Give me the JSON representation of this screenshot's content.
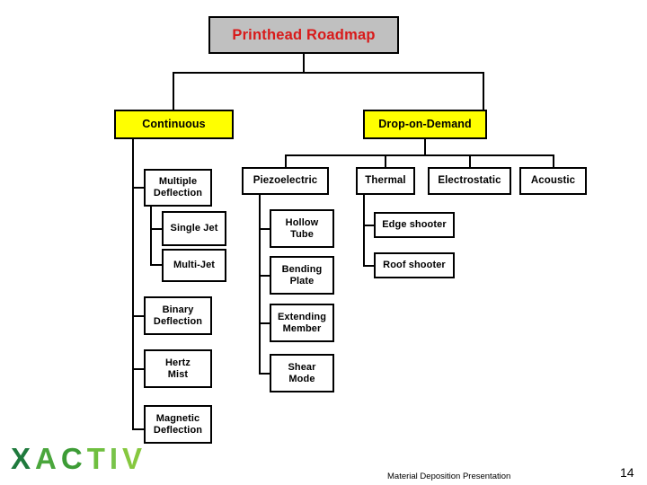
{
  "slide": {
    "title": "Printhead Roadmap",
    "title_color": "#d81a1a",
    "title_bg": "#c0c0c0",
    "highlight_color": "#ffff00",
    "line_color": "#000000"
  },
  "nodes": {
    "root": "Printhead Roadmap",
    "continuous": "Continuous",
    "drop_on_demand": "Drop-on-Demand",
    "multiple_deflection": "Multiple\nDeflection",
    "single_jet": "Single Jet",
    "multi_jet": "Multi-Jet",
    "binary_deflection": "Binary\nDeflection",
    "hertz_mist": "Hertz\nMist",
    "magnetic_deflection": "Magnetic\nDeflection",
    "piezoelectric": "Piezoelectric",
    "hollow_tube": "Hollow\nTube",
    "bending_plate": "Bending\nPlate",
    "extending_member": "Extending\nMember",
    "shear_mode": "Shear\nMode",
    "thermal": "Thermal",
    "edge_shooter": "Edge shooter",
    "roof_shooter": "Roof shooter",
    "electrostatic": "Electrostatic",
    "acoustic": "Acoustic"
  },
  "logo": {
    "letters": [
      {
        "char": "X",
        "color": "#1f7a3d"
      },
      {
        "char": "A",
        "color": "#4aa63c"
      },
      {
        "char": "C",
        "color": "#3d9c36"
      },
      {
        "char": "T",
        "color": "#6fbf3f"
      },
      {
        "char": "I",
        "color": "#79c34a"
      },
      {
        "char": "V",
        "color": "#86c83f"
      }
    ],
    "text": "XACTIV"
  },
  "footer": {
    "note": "Material Deposition Presentation",
    "page_number": "14"
  }
}
